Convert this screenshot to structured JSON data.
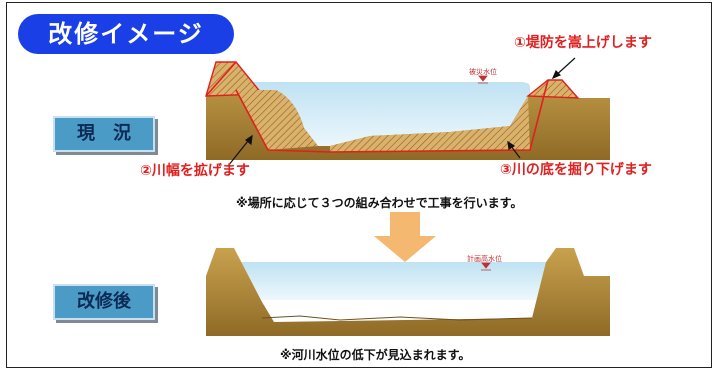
{
  "title": "改修イメージ",
  "current": {
    "label": "現　況",
    "flood_level_label": "被災水位",
    "note_raise_levee": "①堤防を嵩上げします",
    "note_widen_river": "②川幅を拡げます",
    "note_dig_bed": "③川の底を掘り下げます",
    "note_combination": "※場所に応じて３つの組み合わせで工事を行います。"
  },
  "after": {
    "label": "改修後",
    "plan_level_label": "計画高水位",
    "note_lower_level": "※河川水位の低下が見込まれます。"
  },
  "colors": {
    "title_bg": "#1a3fe6",
    "label_bg": "#4a9cc6",
    "earth": "#b08a3a",
    "water": "#d6eef7",
    "annotation": "#e02020",
    "arrow": "#f5b870"
  }
}
